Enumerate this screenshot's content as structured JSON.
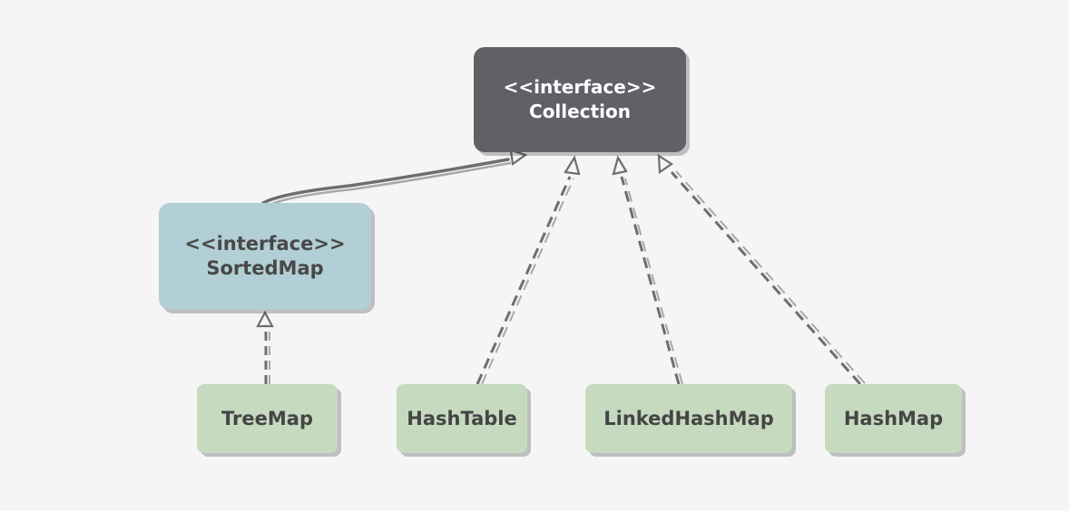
{
  "diagram": {
    "type": "uml-class-hierarchy",
    "colors": {
      "background": "#f5f5f5",
      "collection_fill": "#5f6167",
      "sortedmap_fill": "#b3cfd6",
      "leaf_fill": "#c6dac0",
      "edge": "#707070"
    },
    "nodes": {
      "collection": {
        "stereotype": "<<interface>>",
        "name": "Collection"
      },
      "sortedmap": {
        "stereotype": "<<interface>>",
        "name": "SortedMap"
      },
      "treemap": {
        "name": "TreeMap"
      },
      "hashtable": {
        "name": "HashTable"
      },
      "linkedhashmap": {
        "name": "LinkedHashMap"
      },
      "hashmap": {
        "name": "HashMap"
      }
    },
    "edges": [
      {
        "from": "sortedmap",
        "to": "collection",
        "style": "solid-double",
        "arrow": "hollow-triangle"
      },
      {
        "from": "treemap",
        "to": "sortedmap",
        "style": "dashed",
        "arrow": "hollow-triangle"
      },
      {
        "from": "hashtable",
        "to": "collection",
        "style": "dashed",
        "arrow": "hollow-triangle"
      },
      {
        "from": "linkedhashmap",
        "to": "collection",
        "style": "dashed",
        "arrow": "hollow-triangle"
      },
      {
        "from": "hashmap",
        "to": "collection",
        "style": "dashed",
        "arrow": "hollow-triangle"
      }
    ]
  }
}
